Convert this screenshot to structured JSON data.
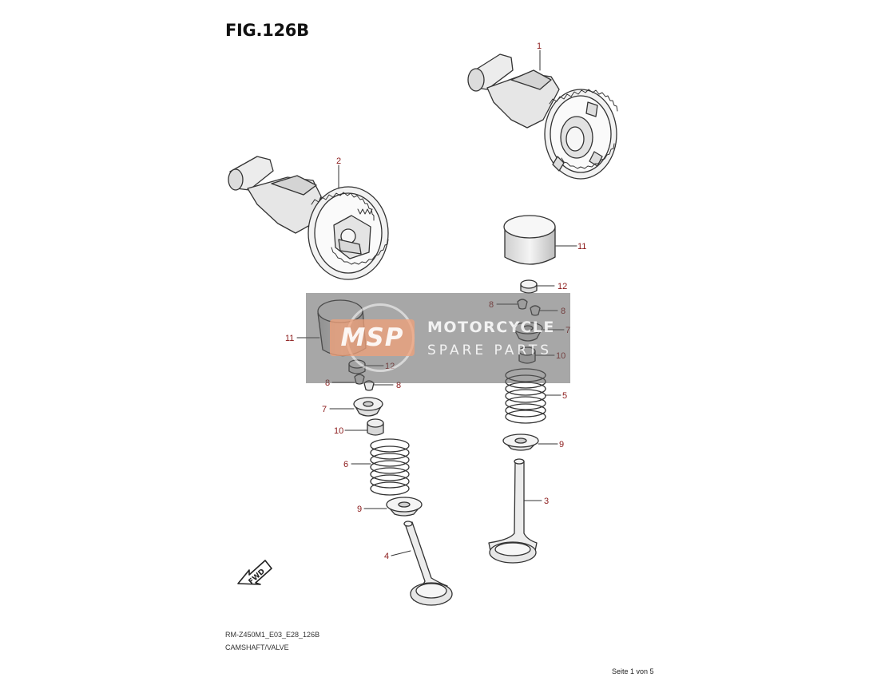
{
  "figure": {
    "title": "FIG.126B",
    "code": "RM-Z450M1_E03_E28_126B",
    "name": "CAMSHAFT/VALVE"
  },
  "page_info": "Seite 1 von 5",
  "callouts": {
    "c1": "1",
    "c2": "2",
    "c3": "3",
    "c4": "4",
    "c5": "5",
    "c6": "6",
    "c7a": "7",
    "c7b": "7",
    "c8a": "8",
    "c8b": "8",
    "c8c": "8",
    "c8d": "8",
    "c9a": "9",
    "c9b": "9",
    "c10a": "10",
    "c10b": "10",
    "c11a": "11",
    "c11b": "11",
    "c12a": "12",
    "c12b": "12"
  },
  "fwd_label": "FWD",
  "watermark": {
    "badge": "MSP",
    "line1": "MOTORCYCLE",
    "line2": "SPARE PARTS"
  },
  "colors": {
    "callout": "#8b1a1a",
    "line": "#333333",
    "watermark_bg": "#5f5f5f",
    "watermark_badge": "#f0a078"
  }
}
